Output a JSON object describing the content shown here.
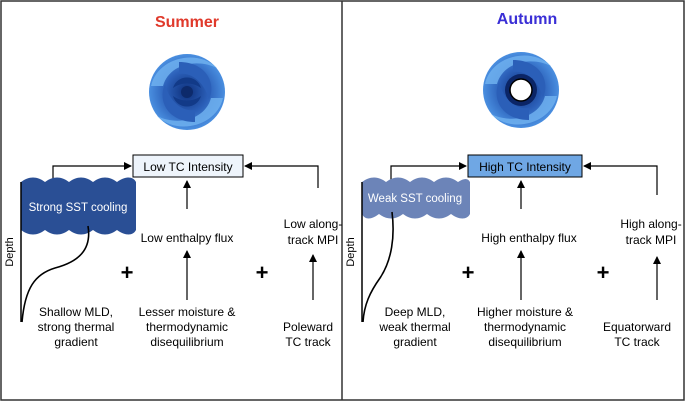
{
  "colors": {
    "summer_title": "#e0392b",
    "autumn_title": "#3a2fd6",
    "low_box_fill": "#eef4fb",
    "high_box_fill": "#6fa7e4",
    "strong_cooling": "#2a4f95",
    "weak_cooling": "#6c84b8",
    "border": "#333333"
  },
  "summer": {
    "title": "Summer",
    "cyclone_icon": "tropical-cyclone-icon",
    "intensity_label": "Low TC Intensity",
    "cooling_label": "Strong SST cooling",
    "depth_label": "Depth",
    "flux_label": "Low enthalpy flux",
    "mpi_label_line1": "Low along-",
    "mpi_label_line2": "track MPI",
    "mld_label_line1": "Shallow MLD,",
    "mld_label_line2": "strong thermal",
    "mld_label_line3": "gradient",
    "moisture_label_line1": "Lesser moisture &",
    "moisture_label_line2": "thermodynamic",
    "moisture_label_line3": "disequilibrium",
    "track_label_line1": "Poleward",
    "track_label_line2": "TC track",
    "plus_1": "+",
    "plus_2": "+"
  },
  "autumn": {
    "title": "Autumn",
    "cyclone_icon": "tropical-cyclone-with-eye-icon",
    "intensity_label": "High TC Intensity",
    "cooling_label": "Weak SST cooling",
    "depth_label": "Depth",
    "flux_label": "High enthalpy flux",
    "mpi_label_line1": "High along-",
    "mpi_label_line2": "track MPI",
    "mld_label_line1": "Deep MLD,",
    "mld_label_line2": "weak thermal",
    "mld_label_line3": "gradient",
    "moisture_label_line1": "Higher moisture &",
    "moisture_label_line2": "thermodynamic",
    "moisture_label_line3": "disequilibrium",
    "track_label_line1": "Equatorward",
    "track_label_line2": "TC track",
    "plus_1": "+",
    "plus_2": "+"
  }
}
